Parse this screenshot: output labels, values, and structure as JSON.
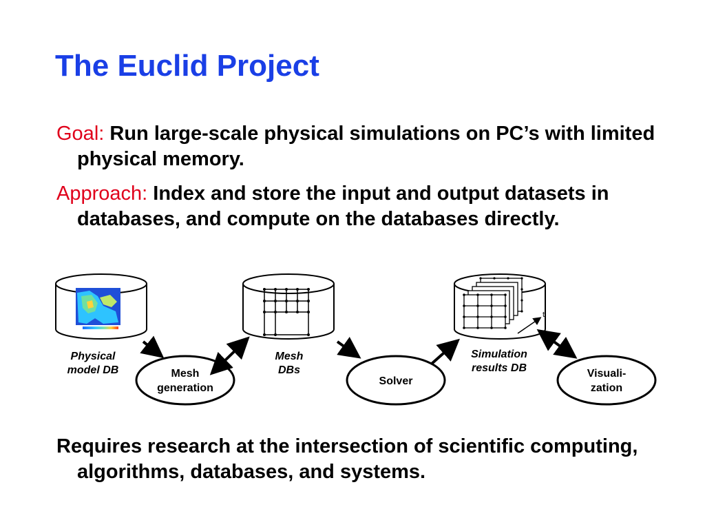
{
  "slide": {
    "title": "The Euclid Project",
    "goal": {
      "label": "Goal:",
      "text": "Run large-scale physical simulations on PC’s with limited physical memory."
    },
    "approach": {
      "label": "Approach:",
      "text": "Index and store the input and output datasets in databases, and compute on the databases directly."
    },
    "requires": "Requires research at the intersection of scientific computing, algorithms, databases, and systems."
  },
  "diagram": {
    "databases": {
      "physical_model": {
        "line1": "Physical",
        "line2": "model DB"
      },
      "mesh": {
        "line1": "Mesh",
        "line2": "DBs"
      },
      "simulation": {
        "line1": "Simulation",
        "line2": "results DB",
        "time_label": "t"
      }
    },
    "processes": {
      "mesh_generation": {
        "line1": "Mesh",
        "line2": "generation"
      },
      "solver": {
        "line1": "Solver"
      },
      "visualization": {
        "line1": "Visuali-",
        "line2": "zation"
      }
    }
  }
}
